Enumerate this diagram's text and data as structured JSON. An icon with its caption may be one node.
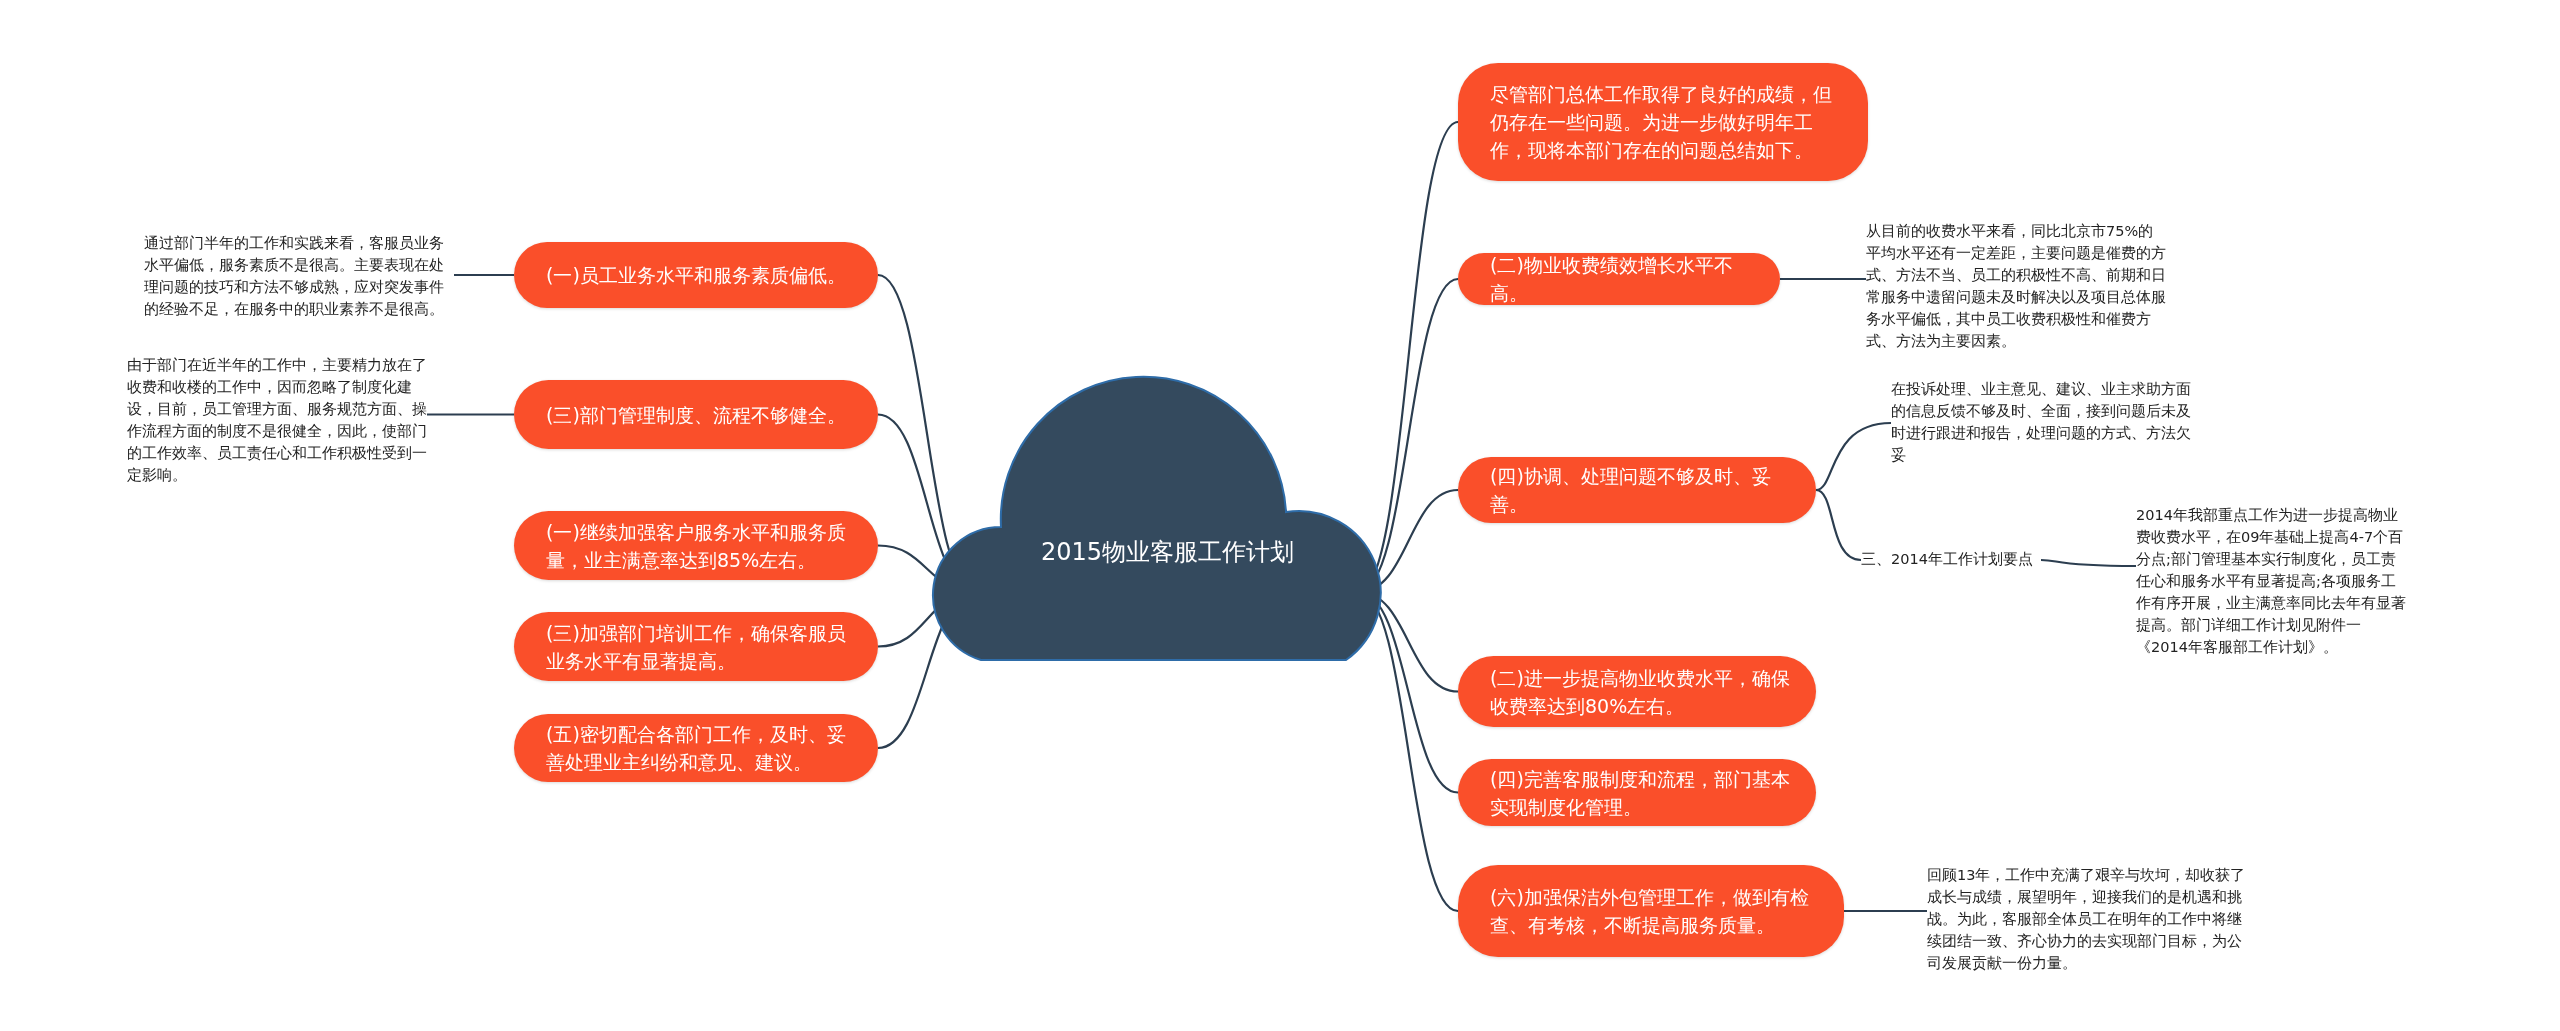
{
  "diagram": {
    "nodes": [
      {
        "text": [
          "2015物业客服工作计划"
        ]
      },
      {
        "text": [
          "(一)员工业务水平和服务素质偏低。"
        ]
      },
      {
        "text": [
          "(三)部门管理制度、流程不够健全。"
        ]
      },
      {
        "text": [
          "(一)继续加强客户服务水平和服务质量，业主满意率达到85%左右。"
        ]
      },
      {
        "text": [
          "(三)加强部门培训工作，确保客服员业务水平有显著提高。"
        ]
      },
      {
        "text": [
          "(五)密切配合各部门工作，及时、妥善处理业主纠纷和意见、建议。"
        ]
      },
      {
        "text": [
          "通过部门半年的工作和实践来看，客服员业务水平偏低，服务素质不是很高。主要表现在处理问题的技巧和方法不够成熟，应对突发事件的经验不足，在服务中的职业素养不是很高。"
        ]
      },
      {
        "text": [
          "由于部门在近半年的工作中，主要精力放在了收费和收楼的工作中，因而忽略了制度化建设，目前，员工管理方面、服务规范方面、操作流程方面的制度不是很健全，因此，使部门的工作效率、员工责任心和工作积极性受到一定影响。"
        ]
      },
      {
        "text": [
          "尽管部门总体工作取得了良好的成绩，但仍存在一些问题。为进一步做好明年工作，现将本部门存在的问题总结如下。"
        ]
      },
      {
        "text": [
          "(二)物业收费绩效增长水平不高。"
        ]
      },
      {
        "text": [
          "(四)协调、处理问题不够及时、妥善。"
        ]
      },
      {
        "text": [
          "(二)进一步提高物业收费水平，确保收费率达到80%左右。"
        ]
      },
      {
        "text": [
          "(四)完善客服制度和流程，部门基本实现制度化管理。"
        ]
      },
      {
        "text": [
          "(六)加强保洁外包管理工作，做到有检查、有考核，不断提高服务质量。"
        ]
      },
      {
        "text": [
          "从目前的收费水平来看，同比北京市75%的平均水平还有一定差距，主要问题是催费的方式、方法不当、员工的积极性不高、前期和日常服务中遗留问题未及时解决以及项目总体服务水平偏低，其中员工收费积极性和催费方式、方法为主要因素。"
        ]
      },
      {
        "text": [
          "在投诉处理、业主意见、建议、业主求助方面的信息反馈不够及时、全面，接到问题后未及时进行跟进和报告，处理问题的方式、方法欠妥"
        ]
      },
      {
        "text": [
          "三、2014年工作计划要点"
        ]
      },
      {
        "text": [
          "2014年我部重点工作为进一步提高物业费收费水平，在09年基础上提高4-7个百分点;部门管理基本实行制度化，员工责任心和服务水平有显著提高;各项服务工作有序开展，业主满意率同比去年有显著提高。部门详细工作计划见附件一《2014年客服部工作计划》。"
        ]
      },
      {
        "text": [
          "回顾13年，工作中充满了艰辛与坎坷，却收获了成长与成绩，展望明年，迎接我们的是机遇和挑战。为此，客服部全体员工在明年的工作中将继续团结一致、齐心协力的去实现部门目标，为公司发展贡献一份力量。"
        ]
      }
    ],
    "edges": [
      {
        "from": 0,
        "to": 1,
        "arrow": "none"
      },
      {
        "from": 0,
        "to": 2,
        "arrow": "none"
      },
      {
        "from": 0,
        "to": 3,
        "arrow": "none"
      },
      {
        "from": 0,
        "to": 4,
        "arrow": "none"
      },
      {
        "from": 0,
        "to": 5,
        "arrow": "none"
      },
      {
        "from": 0,
        "to": 8,
        "arrow": "none"
      },
      {
        "from": 0,
        "to": 9,
        "arrow": "none"
      },
      {
        "from": 0,
        "to": 10,
        "arrow": "none"
      },
      {
        "from": 0,
        "to": 11,
        "arrow": "none"
      },
      {
        "from": 0,
        "to": 12,
        "arrow": "none"
      },
      {
        "from": 0,
        "to": 13,
        "arrow": "none"
      },
      {
        "from": 1,
        "to": 6,
        "arrow": "none"
      },
      {
        "from": 2,
        "to": 7,
        "arrow": "none"
      },
      {
        "from": 9,
        "to": 14,
        "arrow": "none"
      },
      {
        "from": 10,
        "to": 15,
        "arrow": "none"
      },
      {
        "from": 10,
        "to": 16,
        "arrow": "none"
      },
      {
        "from": 16,
        "to": 17,
        "arrow": "none"
      },
      {
        "from": 13,
        "to": 18,
        "arrow": "none"
      }
    ]
  }
}
